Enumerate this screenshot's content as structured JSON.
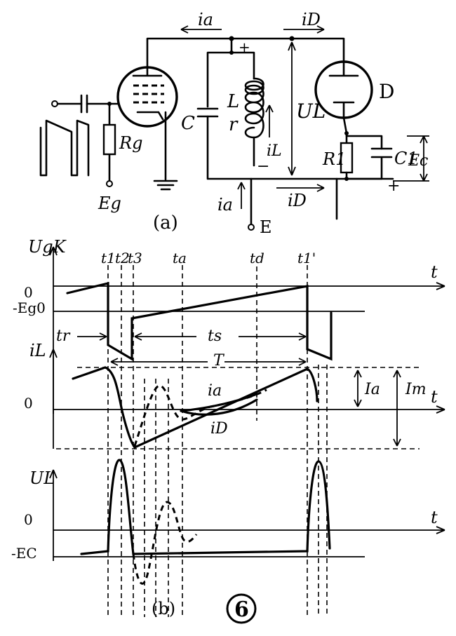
{
  "circuit": {
    "label_ia_top": "ia",
    "label_iD_top": "iD",
    "label_L": "L",
    "label_r": "r",
    "label_C": "C",
    "label_Rg": "Rg",
    "label_Eg": "Eg",
    "label_UL": "UL",
    "label_iL": "iL",
    "label_D": "D",
    "label_R1": "R1",
    "label_C1": "C1",
    "label_Ec": "Ec",
    "label_ia_bottom": "ia",
    "label_iD_bottom": "iD",
    "label_E": "E",
    "plus_top": "+",
    "minus": "−",
    "plus_right": "+",
    "part_a": "(a)"
  },
  "waveforms": {
    "ugk": {
      "axis": "UgK",
      "t": "t",
      "zero": "0",
      "eg0": "-Eg0",
      "tr": "tr",
      "ts": "ts",
      "time_marks": [
        "t1",
        "t2",
        "t3",
        "ta",
        "td",
        "t1'"
      ]
    },
    "il": {
      "axis": "iL",
      "t": "t",
      "zero": "0",
      "T": "T",
      "ia": "ia",
      "iD": "iD",
      "Ia": "Ia",
      "Im": "Im"
    },
    "ul": {
      "axis": "UL",
      "t": "t",
      "zero": "0",
      "ec": "-EC"
    },
    "part_b": "(b)",
    "figure_number": "6"
  }
}
